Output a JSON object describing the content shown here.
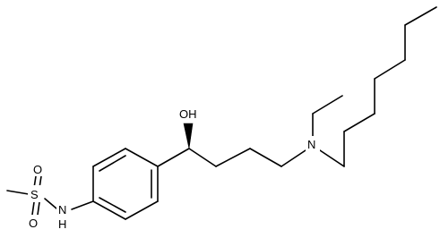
{
  "structure": {
    "atom_labels": {
      "oh": "OH",
      "n_sulfonamide": "N",
      "h_sulfonamide": "H",
      "s": "S",
      "o_upper": "O",
      "o_lower": "O",
      "n_amine": "N"
    }
  }
}
